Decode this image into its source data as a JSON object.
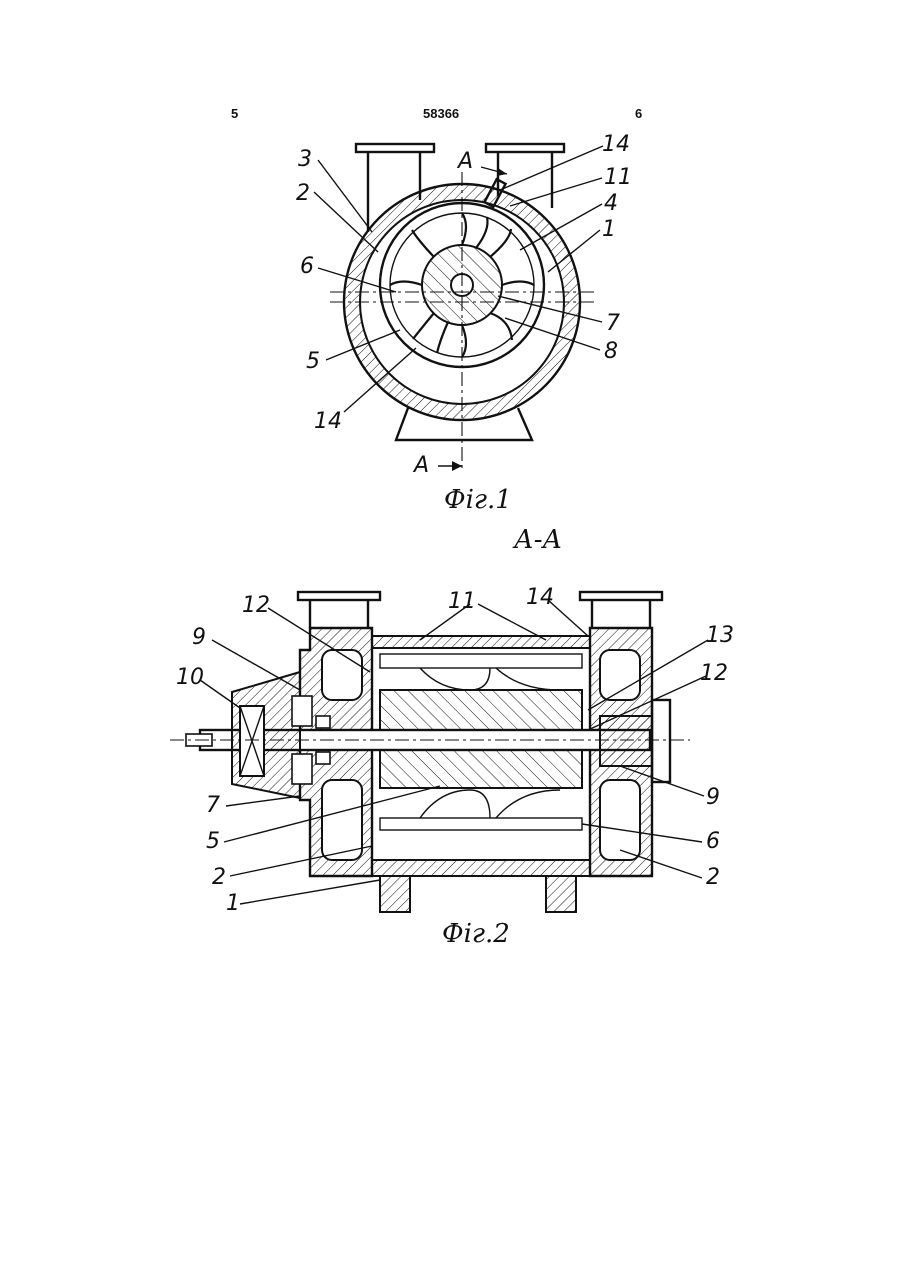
{
  "header": {
    "left_page": "5",
    "patent_number": "58366",
    "right_page": "6"
  },
  "fig1": {
    "caption": "Фіг.1",
    "section_marks": [
      "A",
      "A"
    ],
    "callouts": {
      "c3": "3",
      "c2": "2",
      "c6": "6",
      "c5": "5",
      "c14a": "14",
      "c14b": "14",
      "c11": "11",
      "c4": "4",
      "c1": "1",
      "c7": "7",
      "c8": "8"
    }
  },
  "section_title": "А-А",
  "fig2": {
    "caption": "Фіг.2",
    "callouts": {
      "c12a": "12",
      "c9a": "9",
      "c10": "10",
      "c7": "7",
      "c5": "5",
      "c2a": "2",
      "c1": "1",
      "c11": "11",
      "c14": "14",
      "c13": "13",
      "c12b": "12",
      "c9b": "9",
      "c6": "6",
      "c2b": "2"
    }
  }
}
